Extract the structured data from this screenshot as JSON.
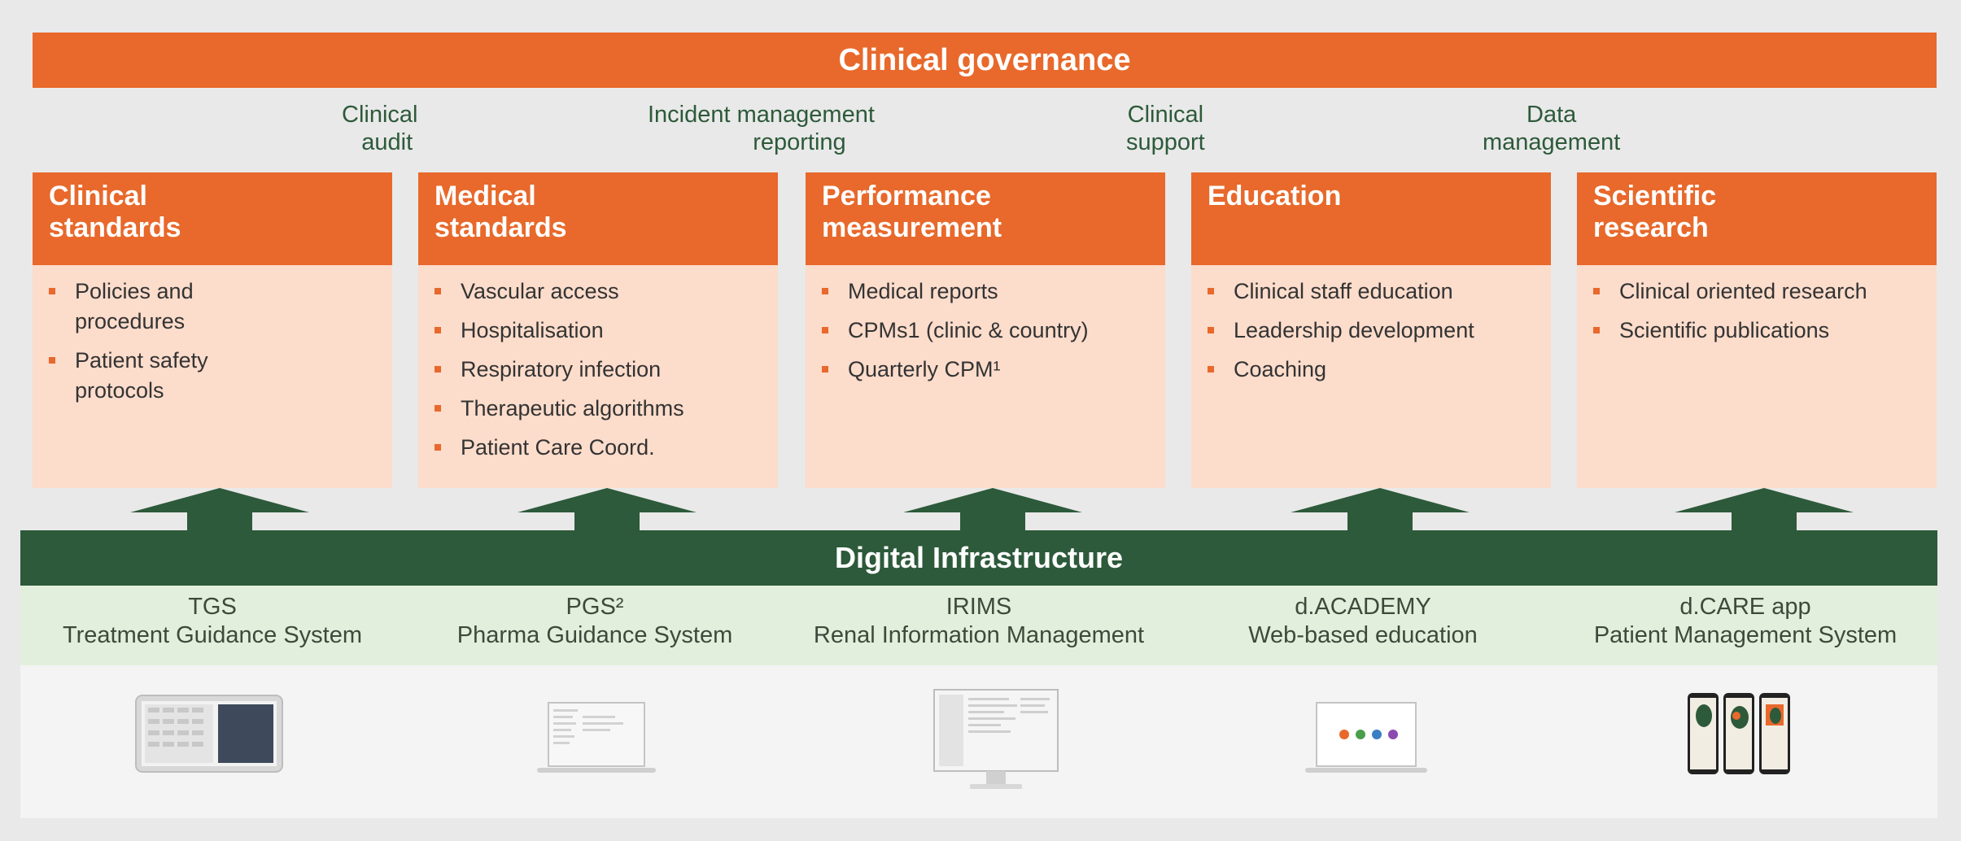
{
  "banner": {
    "title": "Clinical governance"
  },
  "connectors": [
    {
      "line1": "Clinical",
      "line2": "audit"
    },
    {
      "line1": "Incident management",
      "line2": "reporting"
    },
    {
      "line1": "Clinical",
      "line2": "support"
    },
    {
      "line1": "Data",
      "line2": "management"
    }
  ],
  "pillars": [
    {
      "title1": "Clinical",
      "title2": "standards",
      "items": [
        {
          "l1": "Policies and",
          "l2": "procedures"
        },
        {
          "l1": "Patient safety",
          "l2": "protocols"
        }
      ]
    },
    {
      "title1": "Medical",
      "title2": "standards",
      "items": [
        {
          "l1": "Vascular access"
        },
        {
          "l1": "Hospitalisation"
        },
        {
          "l1": "Respiratory infection"
        },
        {
          "l1": "Therapeutic algorithms"
        },
        {
          "l1": "Patient Care Coord."
        }
      ]
    },
    {
      "title1": "Performance",
      "title2": "measurement",
      "items": [
        {
          "l1": "Medical reports"
        },
        {
          "l1": "CPMs1 (clinic & country)"
        },
        {
          "l1": "Quarterly CPM¹"
        }
      ]
    },
    {
      "title1": "Education",
      "title2": "",
      "items": [
        {
          "l1": "Clinical staff education"
        },
        {
          "l1": "Leadership development"
        },
        {
          "l1": "Coaching"
        }
      ]
    },
    {
      "title1": "Scientific",
      "title2": "research",
      "items": [
        {
          "l1": "Clinical oriented research"
        },
        {
          "l1": "Scientific publications"
        }
      ]
    }
  ],
  "infrastructure": {
    "title": "Digital Infrastructure"
  },
  "systems": [
    {
      "name": "TGS",
      "desc": "Treatment Guidance System"
    },
    {
      "name": "PGS²",
      "desc": "Pharma Guidance System"
    },
    {
      "name": "IRIMS",
      "desc": "Renal Information Management"
    },
    {
      "name": "d.ACADEMY",
      "desc": "Web-based education"
    },
    {
      "name": "d.CARE app",
      "desc": "Patient Management System"
    }
  ],
  "colors": {
    "orange": "#e8692b",
    "light_orange": "#fcdccb",
    "dark_green": "#2d5a3a",
    "light_green": "#e2efdc"
  }
}
